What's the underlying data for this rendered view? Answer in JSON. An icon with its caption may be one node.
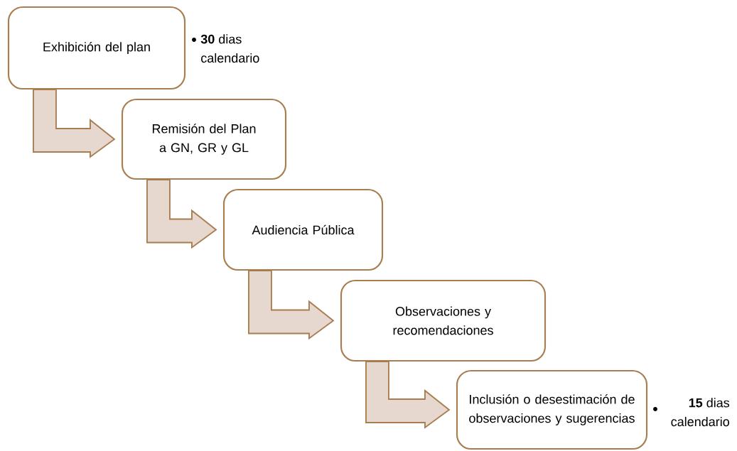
{
  "diagram": {
    "nodes": [
      {
        "text": [
          "Exhibición del plan"
        ],
        "beside": [
          "**30** dias calendario"
        ]
      },
      {
        "text": [
          "Remisión del Plan a GN, GR y GL"
        ]
      },
      {
        "text": [
          "Audiencia Pública"
        ]
      },
      {
        "text": [
          "Observaciones y recomendaciones"
        ]
      },
      {
        "text": [
          "Inclusión o desestimación de observaciones y sugerencias"
        ],
        "beside": [
          "**15** dias calendario"
        ]
      }
    ],
    "edges": [
      {
        "from": 0,
        "to": 1,
        "arrow": "to"
      },
      {
        "from": 1,
        "to": 2,
        "arrow": "to"
      },
      {
        "from": 2,
        "to": 3,
        "arrow": "to"
      },
      {
        "from": 3,
        "to": 4,
        "arrow": "to"
      }
    ]
  }
}
